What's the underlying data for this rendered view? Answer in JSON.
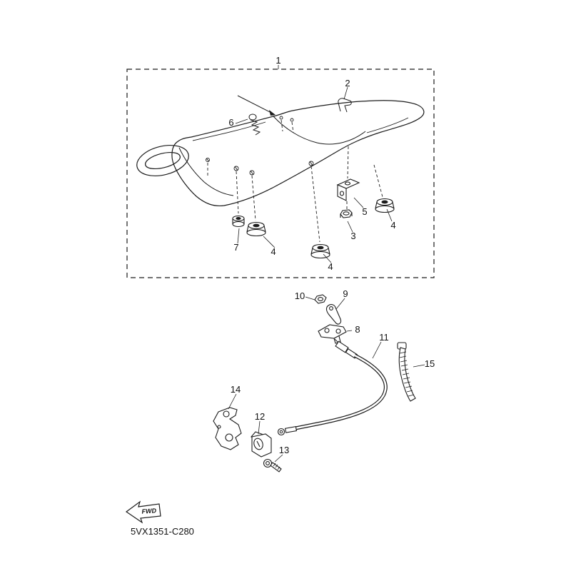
{
  "figure": {
    "part_labels": {
      "p1": "1",
      "p2": "2",
      "p3": "3",
      "p4": "4",
      "p5": "5",
      "p6": "6",
      "p7": "7",
      "p8": "8",
      "p9": "9",
      "p10": "10",
      "p11": "11",
      "p12": "12",
      "p13": "13",
      "p14": "14",
      "p15": "15"
    },
    "fwd_label": "FWD",
    "diagram_code": "5VX1351-C280"
  }
}
